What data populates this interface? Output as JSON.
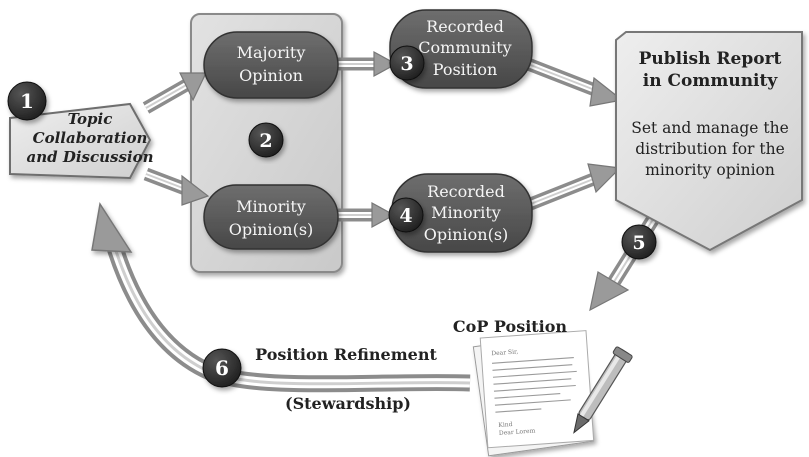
{
  "steps": {
    "step1": "1",
    "step2": "2",
    "step3": "3",
    "step4": "4",
    "step5": "5",
    "step6": "6"
  },
  "topic": {
    "line1": "Topic",
    "line2": "Collaboration",
    "line3": "and Discussion"
  },
  "majority": {
    "line1": "Majority",
    "line2": "Opinion"
  },
  "minority": {
    "line1": "Minority",
    "line2": "Opinion(s)"
  },
  "recorded_community": {
    "line1": "Recorded",
    "line2": "Community",
    "line3": "Position"
  },
  "recorded_minority": {
    "line1": "Recorded",
    "line2": "Minority",
    "line3": "Opinion(s)"
  },
  "publish": {
    "title1": "Publish Report",
    "title2": "in Community",
    "body1": "Set and manage the",
    "body2": "distribution for the",
    "body3": "minority opinion"
  },
  "cop_position": "CoP Position",
  "refinement": {
    "label": "Position Refinement",
    "sublabel": "(Stewardship)"
  },
  "document_text": {
    "heading": "Dear Sir,",
    "sign1": "Kind",
    "sign2": "Dear Lorem"
  },
  "colors": {
    "dark_pill": "#5a5a5a",
    "badge": "#2c2c2c",
    "panel": "#d6d6d6",
    "light_shape": "#dedede",
    "arrow_fill": "#9a9a9a"
  }
}
